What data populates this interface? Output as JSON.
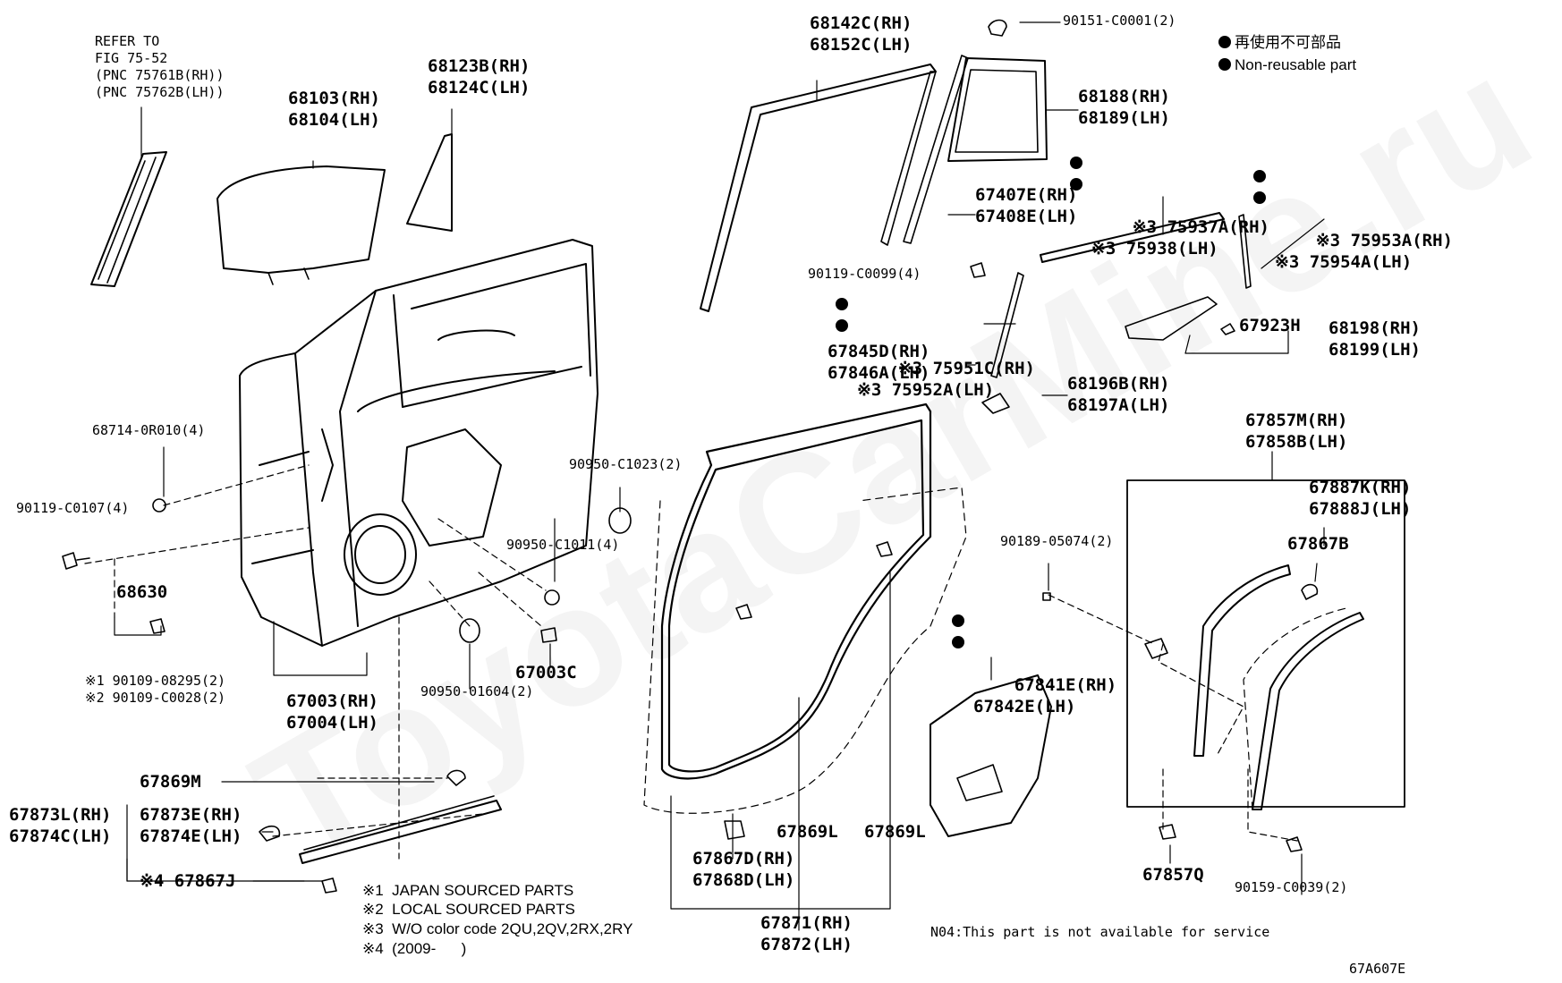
{
  "labels": {
    "refer": "REFER TO\nFIG 75-52\n(PNC 75761B(RH))\n(PNC 75762B(LH))",
    "p68103": "68103(RH)\n68104(LH)",
    "p68123": "68123B(RH)\n68124C(LH)",
    "p68142": "68142C(RH)\n68152C(LH)",
    "p90151": "90151-C0001(2)",
    "p68188": "68188(RH)\n68189(LH)",
    "p75937": "※3 75937A(RH)\n※3 75938(LH)",
    "p75953": "※3 75953A(RH)\n※3 75954A(LH)",
    "p67407": "67407E(RH)\n67408E(LH)",
    "p90119a": "90119-C0099(4)",
    "p75951": "※3 75951C(RH)\n※3 75952A(LH)",
    "p67845": "67845D(RH)\n67846A(LH)",
    "p67923": "67923H",
    "p68198": "68198(RH)\n68199(LH)",
    "p68196": "68196B(RH)\n68197A(LH)",
    "p68714": "68714-0R010(4)",
    "p90119b": "90119-C0107(4)",
    "p68630": "68630",
    "p90109": "※1 90109-08295(2)\n※2 90109-C0028(2)",
    "p67003": "67003(RH)\n67004(LH)",
    "p90950a": "90950-C1023(2)",
    "p90950b": "90950-C1011(4)",
    "p67003c": "67003C",
    "p90950c": "90950-01604(2)",
    "p67857": "67857M(RH)\n67858B(LH)",
    "p67887": "67887K(RH)\n67888J(LH)",
    "p67867b": "67867B",
    "p90189": "90189-05074(2)",
    "p67841": "67841E(RH)\n67842E(LH)",
    "p67869m": "67869M",
    "p67873l": "67873L(RH)\n67874C(LH)",
    "p67873e": "67873E(RH)\n67874E(LH)",
    "p67867j": "※4 67867J",
    "p67869l_a": "67869L",
    "p67869l_b": "67869L",
    "p67867d": "67867D(RH)\n67868D(LH)",
    "p67871": "67871(RH)\n67872(LH)",
    "p67857q": "67857Q",
    "p90159": "90159-C0039(2)"
  },
  "legend": {
    "reuse_jp": "再使用不可部品",
    "reuse_en": "Non-reusable part"
  },
  "notes": {
    "n1": "※1  JAPAN SOURCED PARTS",
    "n2": "※2  LOCAL SOURCED PARTS",
    "n3": "※3  W/O color code 2QU,2QV,2RX,2RY",
    "n4": "※4  (2009-      )",
    "n04": "N04:This part is not available for service"
  },
  "figure_code": "67A607E",
  "watermark": "ToyotaCarMine.ru"
}
